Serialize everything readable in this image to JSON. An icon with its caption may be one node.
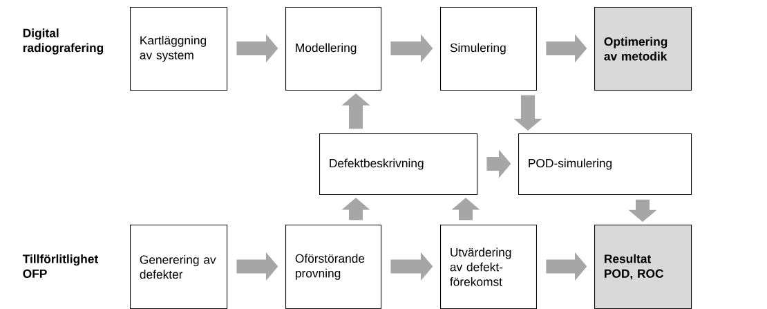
{
  "diagram": {
    "nodes": [
      {
        "text": [
          "Kartläggning av system"
        ]
      },
      {
        "text": [
          "Modellering"
        ]
      },
      {
        "text": [
          "Simulering"
        ]
      },
      {
        "text": [
          "Optimering av metodik"
        ]
      },
      {
        "text": [
          "Defektbeskrivning"
        ]
      },
      {
        "text": [
          "POD-simulering"
        ]
      },
      {
        "text": [
          "Generering av defekter"
        ]
      },
      {
        "text": [
          "Oförstörande provning"
        ]
      },
      {
        "text": [
          "Utvärdering av defekt- förekomst"
        ]
      },
      {
        "text": [
          "Resultat POD, ROC"
        ]
      }
    ],
    "edges": [
      {
        "from": 0,
        "to": 1,
        "arrow": "to"
      },
      {
        "from": 1,
        "to": 2,
        "arrow": "to"
      },
      {
        "from": 2,
        "to": 3,
        "arrow": "to"
      },
      {
        "from": 4,
        "to": 1,
        "arrow": "to"
      },
      {
        "from": 2,
        "to": 5,
        "arrow": "to"
      },
      {
        "from": 4,
        "to": 5,
        "arrow": "to"
      },
      {
        "from": 5,
        "to": 9,
        "arrow": "to"
      },
      {
        "from": 7,
        "to": 4,
        "arrow": "to"
      },
      {
        "from": 8,
        "to": 4,
        "arrow": "to"
      },
      {
        "from": 6,
        "to": 7,
        "arrow": "to"
      },
      {
        "from": 7,
        "to": 8,
        "arrow": "to"
      },
      {
        "from": 8,
        "to": 9,
        "arrow": "to"
      }
    ],
    "labels": [
      "Digital radiografering",
      "Tillförlitlighet OFP"
    ]
  }
}
